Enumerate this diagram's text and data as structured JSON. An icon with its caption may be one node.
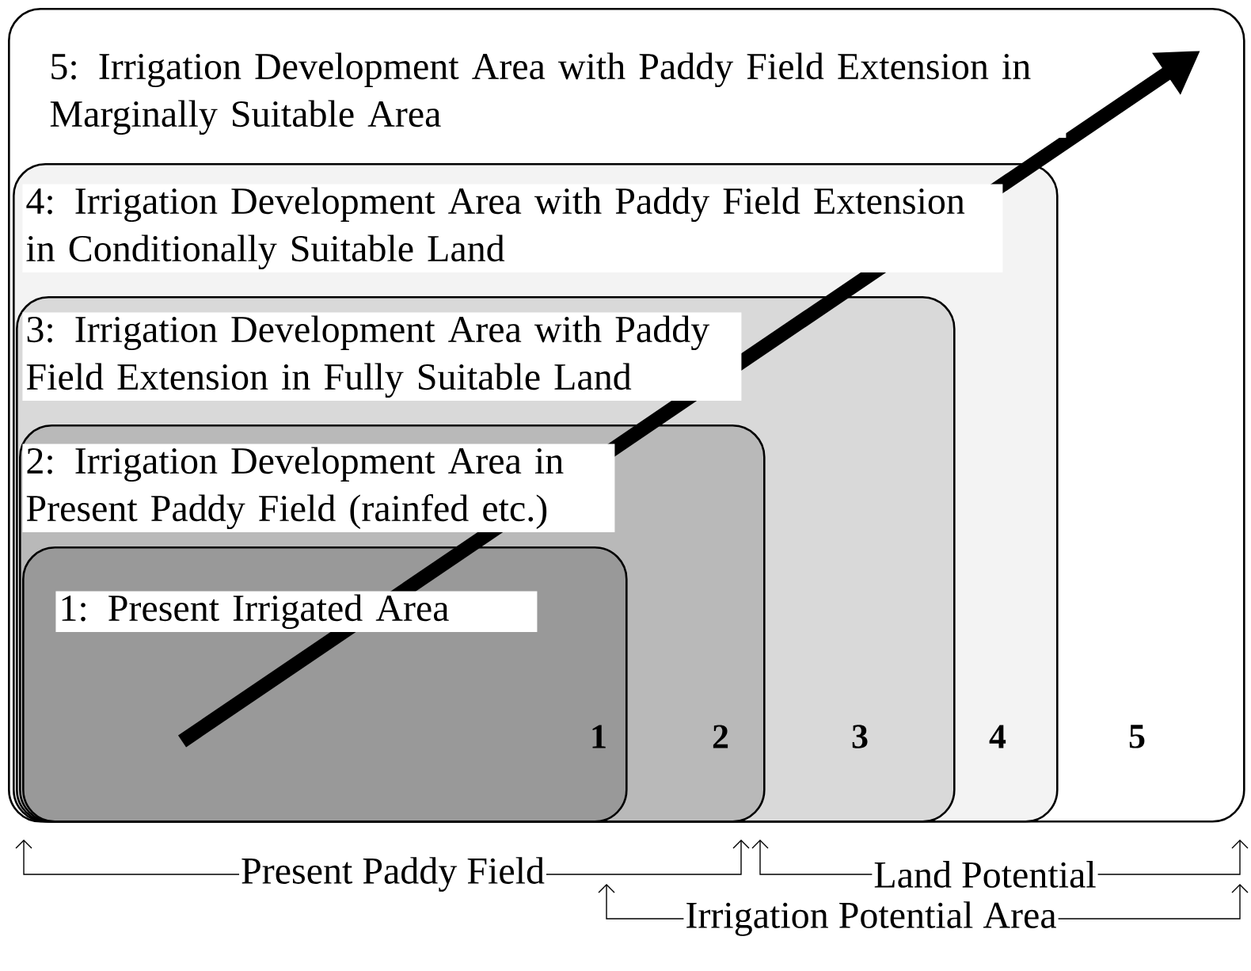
{
  "diagram": {
    "nodes": [
      {
        "text": [
          "5: Irrigation Development Area with Paddy Field Extension in Marginally Suitable Area",
          "5"
        ]
      },
      {
        "text": [
          "4: Irrigation Development Area with Paddy Field Extension in Conditionally Suitable Land",
          "4"
        ],
        "in": 0
      },
      {
        "text": [
          "3: Irrigation Development Area with Paddy Field Extension in Fully Suitable Land",
          "3"
        ],
        "in": 1
      },
      {
        "text": [
          "2: Irrigation Development Area in Present Paddy Field (rainfed etc.)",
          "2"
        ],
        "in": 2
      },
      {
        "text": [
          "1: Present Irrigated Area",
          "1"
        ],
        "in": 3
      }
    ],
    "labels": [
      "Present Paddy Field",
      "Land Potential",
      "Irrigation Potential Area"
    ]
  }
}
